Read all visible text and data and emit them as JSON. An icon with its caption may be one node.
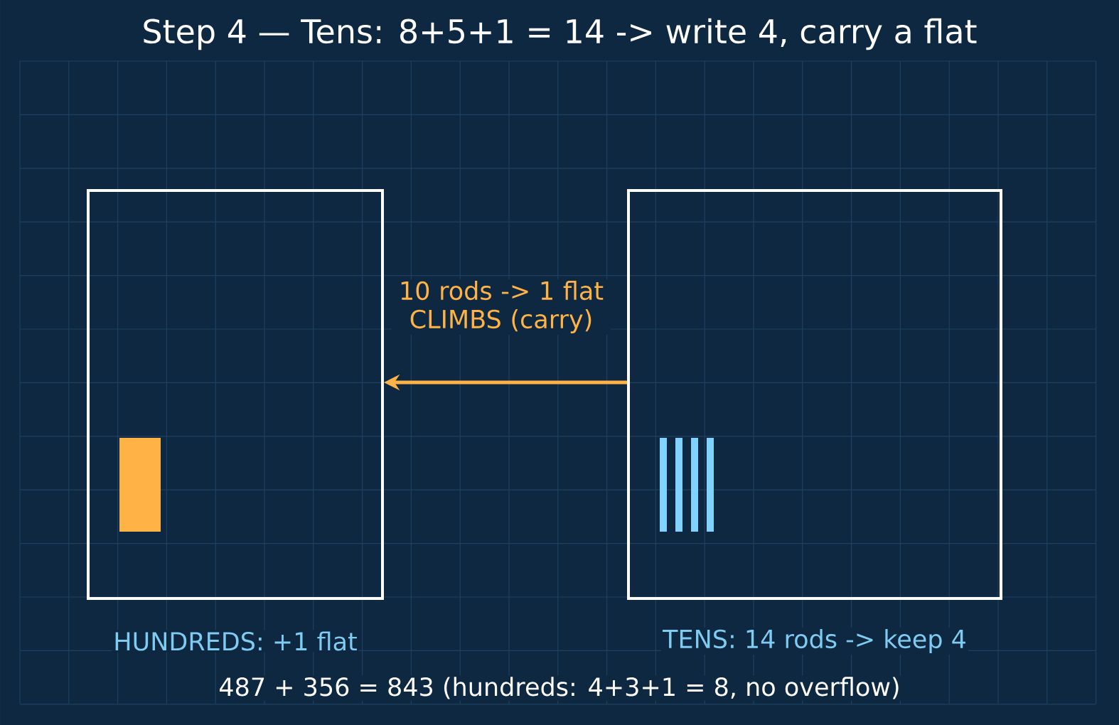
{
  "diagram": {
    "title": "Step 4 — Tens: 8+5+1 = 14 -> write 4, carry a flat",
    "nodes": [
      {
        "text": [
          "HUNDREDS: +1 flat"
        ]
      },
      {
        "text": [
          "TENS: 14 rods -> keep 4"
        ]
      }
    ],
    "edges": [
      {
        "from": 1,
        "to": 0,
        "arrow": "to",
        "label": "10 rods -> 1 flat CLIMBS (carry)",
        "color": "#ffb347"
      }
    ],
    "labels": [
      "487 + 356 = 843   (hundreds: 4+3+1 = 8, no overflow)"
    ]
  }
}
